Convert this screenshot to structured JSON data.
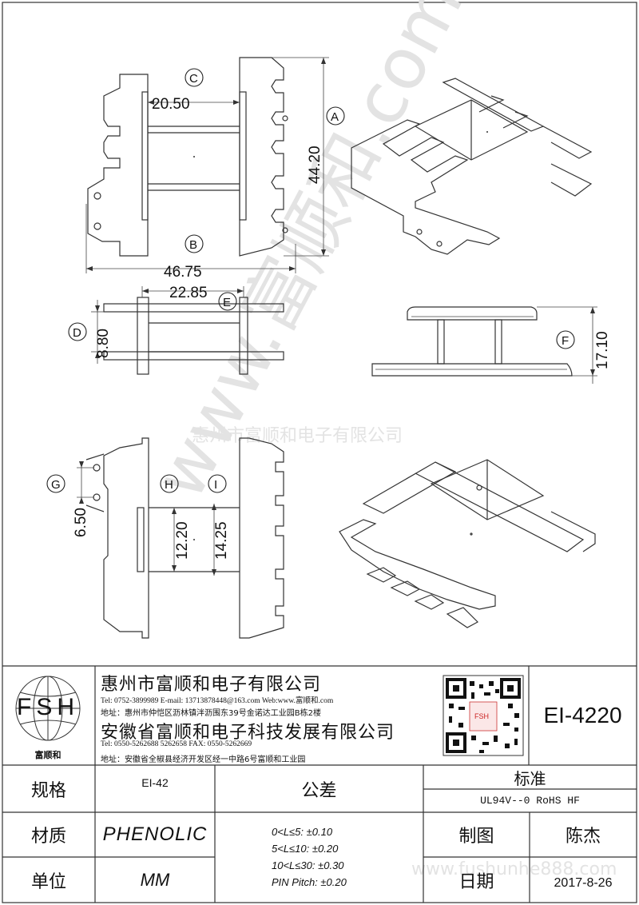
{
  "drawing": {
    "dimensions": {
      "c": "20.50",
      "a": "44.20",
      "b": "46.75",
      "e": "22.85",
      "d": "8.80",
      "f": "17.10",
      "g": "6.50",
      "h": "12.20",
      "i": "14.25"
    },
    "callouts": [
      "A",
      "B",
      "C",
      "D",
      "E",
      "F",
      "G",
      "H",
      "I"
    ],
    "watermark_diagonal": "www.富顺和.com",
    "watermark_company": "惠州市富顺和电子有限公司",
    "watermark_site": "www.fushunhe888.com"
  },
  "title_block": {
    "logo_letters": "FSH",
    "logo_caption": "富顺和",
    "company1": {
      "name": "惠州市富顺和电子有限公司",
      "tel_line": "Tel: 0752-3899989  E-mail: 13713878448@163.com  Web:www.富顺和.com",
      "address_line": "地址：惠州市仲恺区沥林镇泮沥围东39号金诺达工业园B栋2楼"
    },
    "company2": {
      "name": "安徽省富顺和电子科技发展有限公司",
      "tel_line": "Tel: 0550-5262688  5262658   FAX: 0550-5262669",
      "address_line": "地址：安徽省全椒县经济开发区经一中路6号富顺和工业园"
    },
    "qr_label": "FSH",
    "part_number": "EI-4220",
    "spec_label": "规格",
    "spec_value": "EI-42",
    "material_label": "材质",
    "material_value": "PHENOLIC",
    "unit_label": "单位",
    "unit_value": "MM",
    "tolerance_label": "公差",
    "tolerance_lines": [
      "0<L≤5: ±0.10",
      "5<L≤10: ±0.20",
      "10<L≤30: ±0.30",
      "PIN Pitch: ±0.20"
    ],
    "standard_label": "标准",
    "standard_value": "UL94V--0  RoHS HF",
    "drawn_label": "制图",
    "drawn_value": "陈杰",
    "date_label": "日期",
    "date_value": "2017-8-26"
  }
}
